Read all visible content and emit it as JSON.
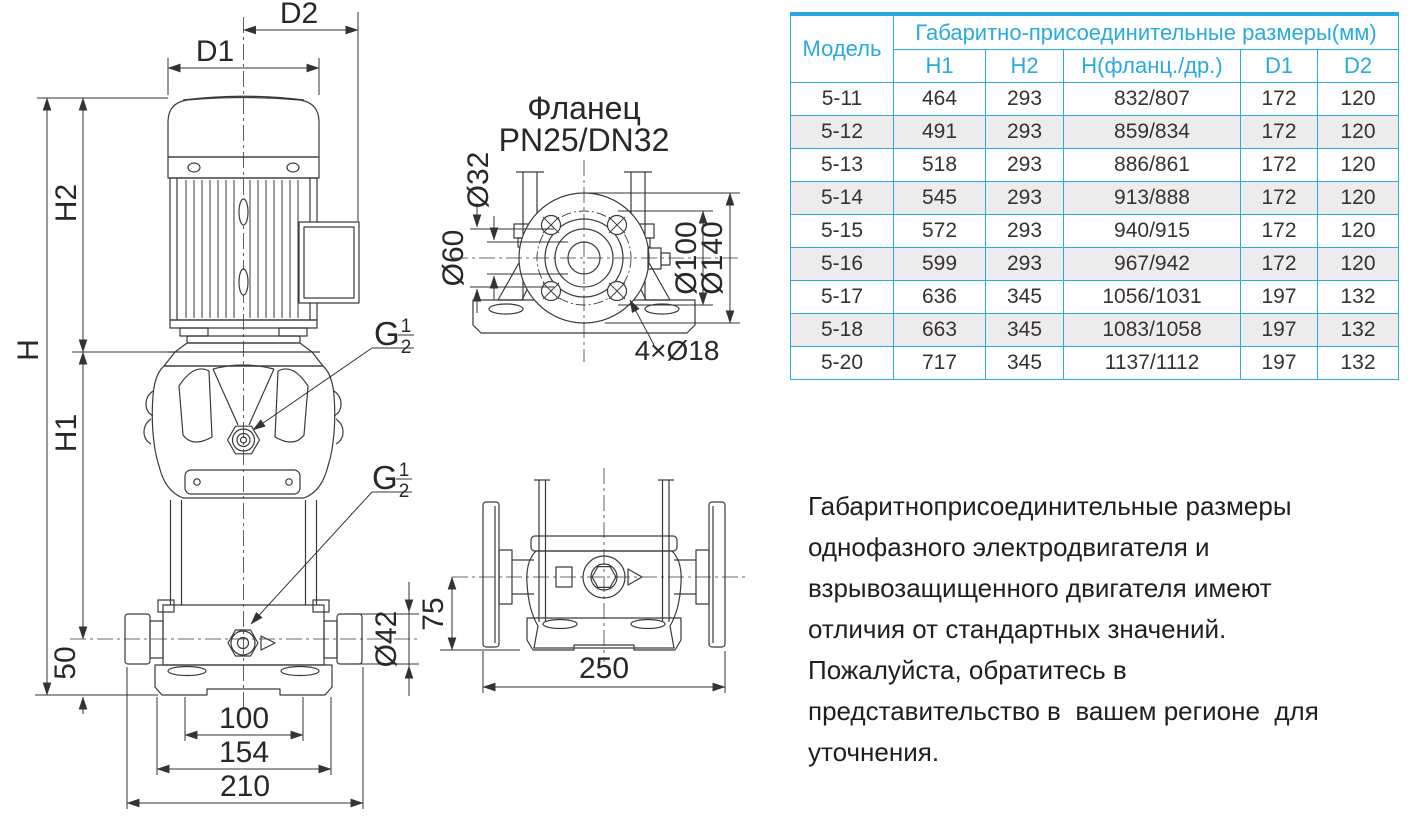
{
  "colors": {
    "accent_cyan": "#29a9e1",
    "row_alt": "#ececec",
    "line_color": "#3a3a3a",
    "text_dark": "#282828"
  },
  "pump_front_view": {
    "dims": {
      "d1": "D1",
      "d2": "D2",
      "h": "H",
      "h1": "H1",
      "h2": "H2",
      "base_center_height": "50",
      "bolt_span": "100",
      "base_width": "154",
      "port_span": "210",
      "port_diameter": "Ø42"
    },
    "g_half": {
      "symbol": "G",
      "numerator": "1",
      "denominator": "2"
    }
  },
  "flange_view": {
    "title_line1": "Фланец",
    "title_line2": "PN25/DN32",
    "dims": {
      "bore": "Ø32",
      "hub": "Ø60",
      "bolt_circle": "Ø100",
      "outer": "Ø140",
      "bolt_holes": "4×Ø18"
    }
  },
  "side_view": {
    "dims": {
      "height": "75",
      "width": "250"
    }
  },
  "table": {
    "header": {
      "model": "Модель",
      "group": "Габаритно-присоединительные размеры(мм)",
      "columns": [
        "H1",
        "H2",
        "Н(фланц./др.)",
        "D1",
        "D2"
      ]
    },
    "rows": [
      {
        "model": "5-11",
        "h1": "464",
        "h2": "293",
        "h_flange": "832/807",
        "d1": "172",
        "d2": "120"
      },
      {
        "model": "5-12",
        "h1": "491",
        "h2": "293",
        "h_flange": "859/834",
        "d1": "172",
        "d2": "120"
      },
      {
        "model": "5-13",
        "h1": "518",
        "h2": "293",
        "h_flange": "886/861",
        "d1": "172",
        "d2": "120"
      },
      {
        "model": "5-14",
        "h1": "545",
        "h2": "293",
        "h_flange": "913/888",
        "d1": "172",
        "d2": "120"
      },
      {
        "model": "5-15",
        "h1": "572",
        "h2": "293",
        "h_flange": "940/915",
        "d1": "172",
        "d2": "120"
      },
      {
        "model": "5-16",
        "h1": "599",
        "h2": "293",
        "h_flange": "967/942",
        "d1": "172",
        "d2": "120"
      },
      {
        "model": "5-17",
        "h1": "636",
        "h2": "345",
        "h_flange": "1056/1031",
        "d1": "197",
        "d2": "132"
      },
      {
        "model": "5-18",
        "h1": "663",
        "h2": "345",
        "h_flange": "1083/1058",
        "d1": "197",
        "d2": "132"
      },
      {
        "model": "5-20",
        "h1": "717",
        "h2": "345",
        "h_flange": "1137/1112",
        "d1": "197",
        "d2": "132"
      }
    ]
  },
  "note": {
    "lines": [
      "Габаритноприсоединительные размеры",
      "однофазного электродвигателя и",
      "взрывозащищенного двигателя имеют",
      "отличия от стандартных значений.",
      "Пожалуйста, обратитесь в",
      "представительство в  вашем регионе  для",
      "уточнения."
    ]
  }
}
